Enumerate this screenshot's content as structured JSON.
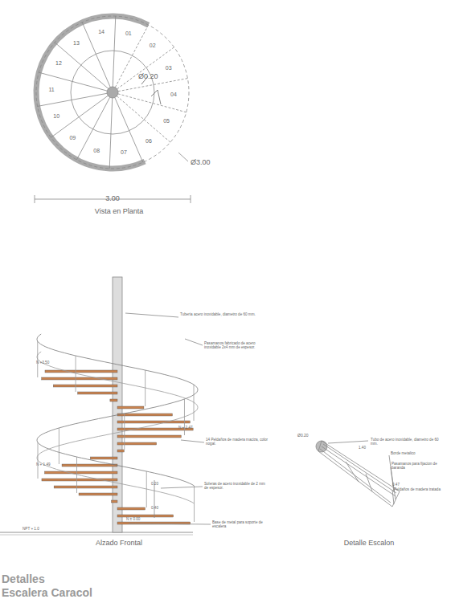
{
  "diagram": {
    "title": "Detalles",
    "caption": "Escalera Caracol",
    "labels": [
      "01",
      "02",
      "03",
      "04",
      "05",
      "06",
      "07",
      "08",
      "09",
      "10",
      "11",
      "12",
      "13",
      "14",
      "Ø0.20",
      "Ø3.00",
      "3.00",
      "Vista en Planta",
      "Tubería acero inoxidable, diametro de 60 mm.",
      "Pasamanos fabricado de acero inoxidable 2x4 mm de espesor.",
      "N +3.50",
      "N + 2.47",
      "14 Peldaños de madera maciza, color nogal.",
      "N + 1.49",
      "0.20",
      "Soleras de acero inoxidable de 2 mm de espesor.",
      "0.40",
      "N ± 0.00",
      "Base de metal para soporte de escalera",
      "NPT + 1.0",
      "Alzado Frontal",
      "Ø0.20",
      "Tubo de acero inoxidable, diametro de 60 mm.",
      "1.40",
      "Borde metalico",
      "Pasamanos para fijacion de baranda",
      "0.47",
      "Peldaños de madera tratada",
      "Detalle Escalon"
    ]
  }
}
